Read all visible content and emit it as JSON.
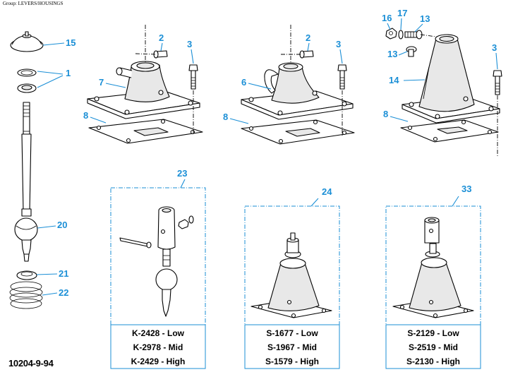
{
  "header": {
    "group": "Group: LEVERS/HOUSINGS"
  },
  "footer": {
    "code": "10204-9-94"
  },
  "callouts": {
    "c15": "15",
    "c1": "1",
    "c20": "20",
    "c21": "21",
    "c22": "22",
    "c2a": "2",
    "c3a": "3",
    "c7": "7",
    "c8a": "8",
    "c2b": "2",
    "c3b": "3",
    "c6": "6",
    "c8b": "8",
    "c16": "16",
    "c17": "17",
    "c13a": "13",
    "c13b": "13",
    "c3c": "3",
    "c14": "14",
    "c8c": "8",
    "c23": "23",
    "c24": "24",
    "c33": "33"
  },
  "kits": {
    "k23": [
      "K-2428 - Low",
      "K-2978 - Mid",
      "K-2429 - High"
    ],
    "k24": [
      "S-1677 - Low",
      "S-1967 - Mid",
      "S-1579 - High"
    ],
    "k33": [
      "S-2129 - Low",
      "S-2519 - Mid",
      "S-2130 - High"
    ]
  },
  "colors": {
    "callout": "#1b8fd6",
    "line": "#000000"
  }
}
